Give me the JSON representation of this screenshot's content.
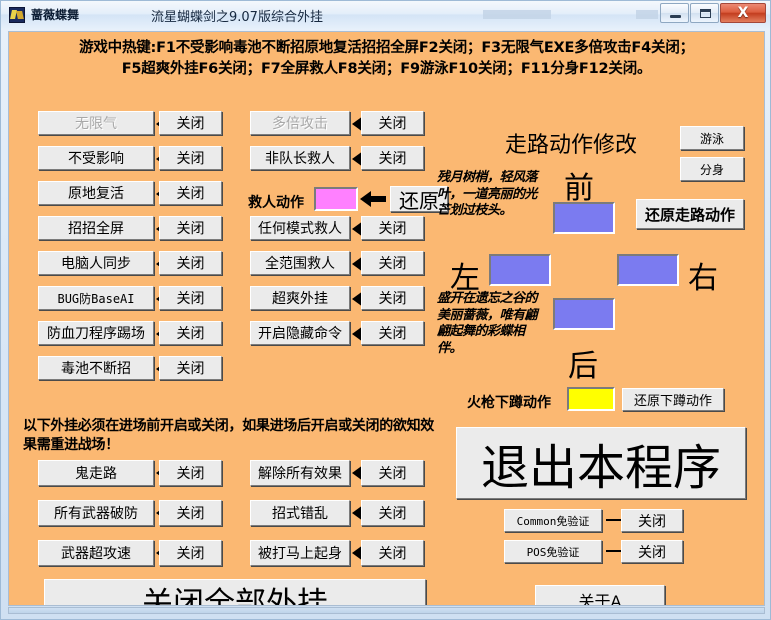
{
  "window": {
    "app_name": "蔷薇蝶舞",
    "title": "流星蝴蝶剑之9.07版综合外挂",
    "minimize_label": "minimize",
    "maximize_label": "maximize",
    "close_label": "X",
    "background_color": "#fbb872"
  },
  "header": {
    "hotkey_line1": "游戏中热键:F1不受影响毒池不断招原地复活招招全屏F2关闭；F3无限气EXE多倍攻击F4关闭；",
    "hotkey_line2": "F5超爽外挂F6关闭；F7全屏救人F8关闭；F9游泳F10关闭；F11分身F12关闭。"
  },
  "left_column": [
    {
      "name": "无限气",
      "state": "关闭",
      "disabled": true
    },
    {
      "name": "不受影响",
      "state": "关闭",
      "disabled": false
    },
    {
      "name": "原地复活",
      "state": "关闭",
      "disabled": false
    },
    {
      "name": "招招全屏",
      "state": "关闭",
      "disabled": false
    },
    {
      "name": "电脑人同步",
      "state": "关闭",
      "disabled": false
    },
    {
      "name": "BUG防BaseAI",
      "state": "关闭",
      "disabled": false,
      "mono": true
    },
    {
      "name": "防血刀程序踢场",
      "state": "关闭",
      "disabled": false
    },
    {
      "name": "毒池不断招",
      "state": "关闭",
      "disabled": false
    }
  ],
  "middle_column": [
    {
      "name": "多倍攻击",
      "state": "关闭",
      "disabled": true
    },
    {
      "name": "非队长救人",
      "state": "关闭",
      "disabled": false
    },
    {
      "name": "任何模式救人",
      "state": "关闭",
      "disabled": false
    },
    {
      "name": "全范围救人",
      "state": "关闭",
      "disabled": false
    },
    {
      "name": "超爽外挂",
      "state": "关闭",
      "disabled": false
    },
    {
      "name": "开启隐藏命令",
      "state": "关闭",
      "disabled": false
    }
  ],
  "rescue_action": {
    "label": "救人动作",
    "swatch_color": "#ff80ff",
    "restore_label": "还原"
  },
  "walk_section": {
    "title": "走路动作修改",
    "front_label": "前",
    "left_label": "左",
    "right_label": "右",
    "back_label": "后",
    "swatch_color": "#7b7bf0",
    "swim_button": "游泳",
    "clone_button": "分身",
    "restore_walk_button": "还原走路动作",
    "poem_top": "残月树梢，轻风落叶，一道亮丽的光芒划过枝头。",
    "poem_bottom": "盛开在遗忘之谷的美丽蔷薇，唯有翩翩起舞的彩蝶相伴。"
  },
  "crouch_section": {
    "label": "火枪下蹲动作",
    "swatch_color": "#ffff00",
    "restore_label": "还原下蹲动作"
  },
  "warning": "以下外挂必须在进场前开启或关闭，如果进场后开启或关闭的欲知效果需重进战场！",
  "prematch_left": [
    {
      "name": "鬼走路",
      "state": "关闭"
    },
    {
      "name": "所有武器破防",
      "state": "关闭"
    },
    {
      "name": "武器超攻速",
      "state": "关闭"
    }
  ],
  "prematch_right": [
    {
      "name": "解除所有效果",
      "state": "关闭"
    },
    {
      "name": "招式错乱",
      "state": "关闭"
    },
    {
      "name": "被打马上起身",
      "state": "关闭"
    }
  ],
  "exit_button": "退出本程序",
  "verify_rows": [
    {
      "name": "Common免验证",
      "state": "关闭"
    },
    {
      "name": "POS免验证",
      "state": "关闭"
    }
  ],
  "close_all_button": "关闭全部外挂",
  "about_button": "关于A"
}
